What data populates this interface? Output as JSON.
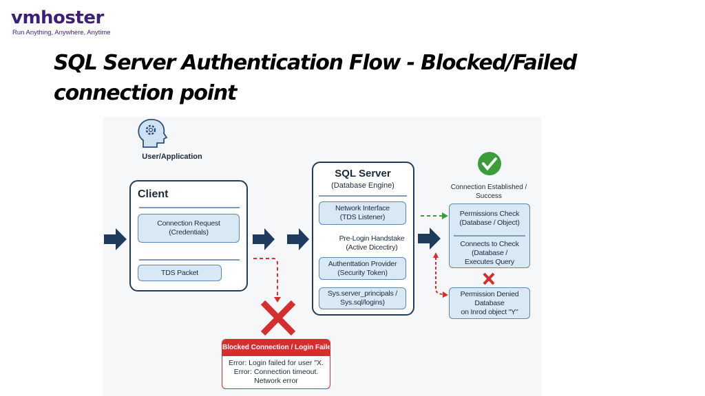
{
  "logo": {
    "brand": "vmhoster",
    "tagline": "Run Anything, Anywhere, Anytime"
  },
  "title": "SQL Server Authentication Flow - Blocked/Failed connection point",
  "diagram": {
    "user": {
      "label": "User/Application",
      "icon": "head-gear-icon"
    },
    "client": {
      "title": "Client",
      "request": [
        "Connection Request",
        "(Credentials)"
      ],
      "packet": "TDS Packet"
    },
    "server": {
      "title": "SQL Server",
      "subtitle": "(Database Engine)",
      "network": [
        "Network Interface",
        "(TDS Listener)"
      ],
      "prelogin": [
        "Pre-Login Handstake",
        "(Active Dicectiry)"
      ],
      "auth": [
        "Authenttation Provider",
        "(Security Token)"
      ],
      "sys": [
        "Sys.server_principals /",
        "Sys.sql/logins)"
      ]
    },
    "success": {
      "label": [
        "Connection Established /",
        "Success"
      ],
      "permissions": [
        "Permissions Check",
        "(Database / Object)"
      ],
      "connects": [
        "Connects to Check",
        "(Database /",
        "Executes Query"
      ]
    },
    "denied": [
      "Permission Denied",
      "Database",
      "on Inrod object \"Y\""
    ],
    "error": {
      "header": "Blocked Connection / Login Failed",
      "lines": [
        "Error: Login failed for user \"X.",
        "Error: Connection timeout.",
        "Network error"
      ]
    },
    "colors": {
      "navy": "#1e3a5c",
      "fill": "#d9e8f5",
      "error": "#d32f2f",
      "success": "#3a9d3a"
    }
  }
}
